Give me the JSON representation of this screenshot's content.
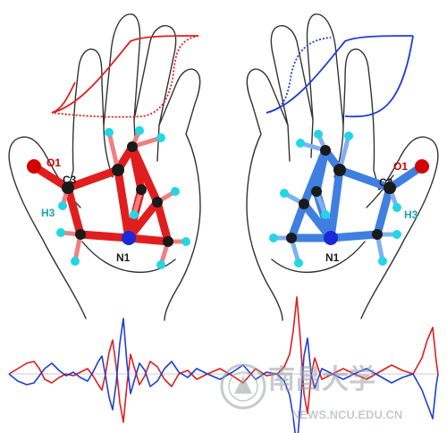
{
  "left_molecule": {
    "color": "#e01e1e",
    "labels": {
      "o1": "O1",
      "c3": "C3",
      "h3": "H3",
      "n1": "N1"
    }
  },
  "right_molecule": {
    "color": "#3f7fe0",
    "labels": {
      "o1": "O1",
      "c3": "C3",
      "h3": "H3",
      "n1": "N1"
    }
  },
  "colors": {
    "hydrogen": "#22d6e6",
    "carbon": "#1a1a1a",
    "nitrogen": "#1a2ad6",
    "oxygen": "#d40000",
    "outline": "#333333",
    "ecd_red": "#e01e1e",
    "ecd_blue": "#1f3fd6"
  },
  "watermark": {
    "text": "NEWS.NCU.EDU.CN",
    "seal_icon": "university-seal-icon",
    "calligraphy": "南昌大学"
  }
}
